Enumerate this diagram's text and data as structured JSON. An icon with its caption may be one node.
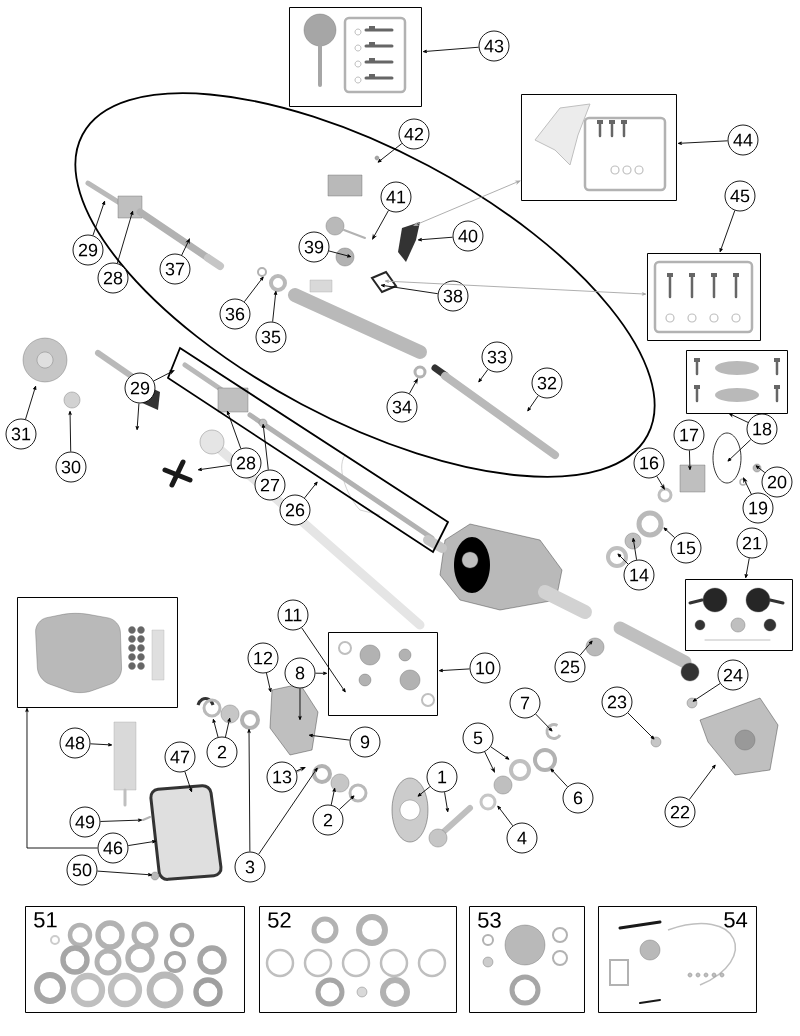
{
  "diagram": {
    "nodes": [
      {
        "text": [],
        "shape": "picture"
      },
      {
        "text": [
          "43"
        ]
      },
      {
        "text": [],
        "shape": "picture"
      },
      {
        "text": [
          "44"
        ]
      },
      {
        "text": [
          "42"
        ]
      },
      {
        "text": [
          "45"
        ]
      },
      {
        "text": [],
        "shape": "picture"
      },
      {
        "text": [
          "41"
        ]
      },
      {
        "text": [
          "40"
        ]
      },
      {
        "text": [
          "29"
        ]
      },
      {
        "text": [
          "28"
        ]
      },
      {
        "text": [
          "39"
        ]
      },
      {
        "text": [
          "37"
        ]
      },
      {
        "text": [
          "38"
        ]
      },
      {
        "text": [
          "36"
        ]
      },
      {
        "text": [
          "35"
        ]
      },
      {
        "text": [
          "31"
        ]
      },
      {
        "text": [
          "30"
        ]
      },
      {
        "text": [
          "29"
        ]
      },
      {
        "text": [
          "34"
        ]
      },
      {
        "text": [
          "33"
        ]
      },
      {
        "text": [
          "32"
        ]
      },
      {
        "text": [],
        "shape": "picture"
      },
      {
        "text": [
          "18"
        ]
      },
      {
        "text": [
          "17"
        ]
      },
      {
        "text": [
          "16"
        ]
      },
      {
        "text": [
          "20"
        ]
      },
      {
        "text": [
          "19"
        ]
      },
      {
        "text": [
          "28"
        ]
      },
      {
        "text": [
          "27"
        ]
      },
      {
        "text": [
          "26"
        ]
      },
      {
        "text": [
          "15"
        ]
      },
      {
        "text": [
          "14"
        ]
      },
      {
        "text": [
          "21"
        ]
      },
      {
        "text": [],
        "shape": "picture"
      },
      {
        "text": [],
        "shape": "picture"
      },
      {
        "text": [
          "11"
        ]
      },
      {
        "text": [],
        "shape": "picture"
      },
      {
        "text": [
          "10"
        ]
      },
      {
        "text": [
          "25"
        ]
      },
      {
        "text": [
          "12"
        ]
      },
      {
        "text": [
          "8"
        ]
      },
      {
        "text": [
          "7"
        ]
      },
      {
        "text": [
          "24"
        ]
      },
      {
        "text": [
          "2"
        ]
      },
      {
        "text": [
          "48"
        ]
      },
      {
        "text": [
          "9"
        ]
      },
      {
        "text": [
          "5"
        ]
      },
      {
        "text": [
          "23"
        ]
      },
      {
        "text": [
          "47"
        ]
      },
      {
        "text": [
          "13"
        ]
      },
      {
        "text": [
          "1"
        ]
      },
      {
        "text": [
          "6"
        ]
      },
      {
        "text": [
          "49"
        ]
      },
      {
        "text": [
          "2"
        ]
      },
      {
        "text": [
          "46"
        ]
      },
      {
        "text": [
          "4"
        ]
      },
      {
        "text": [
          "22"
        ]
      },
      {
        "text": [
          "3"
        ]
      },
      {
        "text": [
          "50"
        ]
      },
      {
        "text": [
          "51"
        ]
      },
      {
        "text": [
          "52"
        ]
      },
      {
        "text": [
          "53"
        ]
      },
      {
        "text": [
          "54"
        ]
      }
    ],
    "edges": [
      {
        "from": 1,
        "to": 0,
        "arrow": "to"
      },
      {
        "from": 3,
        "to": 2,
        "arrow": "to"
      },
      {
        "from": 2,
        "to": null,
        "arrow": "both",
        "color": "#a6a6a6"
      },
      {
        "from": 4,
        "to": null,
        "arrow": "to"
      },
      {
        "from": 5,
        "to": 6,
        "arrow": "to"
      },
      {
        "from": 6,
        "to": null,
        "arrow": "both",
        "color": "#a6a6a6"
      },
      {
        "from": 7,
        "to": null,
        "arrow": "to"
      },
      {
        "from": 8,
        "to": null,
        "arrow": "to"
      },
      {
        "from": 9,
        "to": null,
        "arrow": "to"
      },
      {
        "from": 10,
        "to": null,
        "arrow": "to"
      },
      {
        "from": 11,
        "to": null,
        "arrow": "to"
      },
      {
        "from": 12,
        "to": null,
        "arrow": "to"
      },
      {
        "from": 13,
        "to": null,
        "arrow": "to"
      },
      {
        "from": 14,
        "to": null,
        "arrow": "to"
      },
      {
        "from": 15,
        "to": null,
        "arrow": "to"
      },
      {
        "from": 16,
        "to": null,
        "arrow": "to"
      },
      {
        "from": 17,
        "to": null,
        "arrow": "to"
      },
      {
        "from": 18,
        "to": null,
        "arrow": "to"
      },
      {
        "from": 18,
        "to": null,
        "arrow": "to"
      },
      {
        "from": 19,
        "to": null,
        "arrow": "to"
      },
      {
        "from": 20,
        "to": null,
        "arrow": "to"
      },
      {
        "from": 21,
        "to": null,
        "arrow": "to"
      },
      {
        "from": 23,
        "to": 22,
        "arrow": "to"
      },
      {
        "from": 23,
        "to": null,
        "arrow": "to"
      },
      {
        "from": 24,
        "to": null,
        "arrow": "to"
      },
      {
        "from": 25,
        "to": null,
        "arrow": "to"
      },
      {
        "from": 26,
        "to": null,
        "arrow": "to"
      },
      {
        "from": 27,
        "to": null,
        "arrow": "to"
      },
      {
        "from": 28,
        "to": null,
        "arrow": "to"
      },
      {
        "from": 28,
        "to": null,
        "arrow": "to"
      },
      {
        "from": 29,
        "to": null,
        "arrow": "to"
      },
      {
        "from": 30,
        "to": null,
        "arrow": "to"
      },
      {
        "from": 31,
        "to": null,
        "arrow": "to"
      },
      {
        "from": 32,
        "to": null,
        "arrow": "to"
      },
      {
        "from": 32,
        "to": null,
        "arrow": "to"
      },
      {
        "from": 33,
        "to": 34,
        "arrow": "to"
      },
      {
        "from": 36,
        "to": 37,
        "arrow": "to"
      },
      {
        "from": 38,
        "to": 37,
        "arrow": "to"
      },
      {
        "from": 39,
        "to": null,
        "arrow": "to"
      },
      {
        "from": 40,
        "to": null,
        "arrow": "to"
      },
      {
        "from": 41,
        "to": null,
        "arrow": "to"
      },
      {
        "from": 41,
        "to": 37,
        "arrow": "to"
      },
      {
        "from": 42,
        "to": null,
        "arrow": "to"
      },
      {
        "from": 43,
        "to": null,
        "arrow": "to"
      },
      {
        "from": 44,
        "to": null,
        "arrow": "to"
      },
      {
        "from": 44,
        "to": null,
        "arrow": "to"
      },
      {
        "from": 45,
        "to": null,
        "arrow": "to"
      },
      {
        "from": 46,
        "to": null,
        "arrow": "to"
      },
      {
        "from": 47,
        "to": null,
        "arrow": "to"
      },
      {
        "from": 47,
        "to": null,
        "arrow": "to"
      },
      {
        "from": 48,
        "to": null,
        "arrow": "to"
      },
      {
        "from": 49,
        "to": null,
        "arrow": "to"
      },
      {
        "from": 50,
        "to": null,
        "arrow": "to"
      },
      {
        "from": 51,
        "to": null,
        "arrow": "to"
      },
      {
        "from": 51,
        "to": null,
        "arrow": "to"
      },
      {
        "from": 52,
        "to": null,
        "arrow": "to"
      },
      {
        "from": 53,
        "to": null,
        "arrow": "to"
      },
      {
        "from": 54,
        "to": null,
        "arrow": "to"
      },
      {
        "from": 54,
        "to": null,
        "arrow": "to"
      },
      {
        "from": 55,
        "to": null,
        "arrow": "to"
      },
      {
        "from": 55,
        "to": 35,
        "arrow": "to"
      },
      {
        "from": 56,
        "to": null,
        "arrow": "to"
      },
      {
        "from": 57,
        "to": null,
        "arrow": "to"
      },
      {
        "from": 58,
        "to": null,
        "arrow": "to"
      },
      {
        "from": 58,
        "to": null,
        "arrow": "to"
      },
      {
        "from": 59,
        "to": null,
        "arrow": "to"
      }
    ]
  }
}
